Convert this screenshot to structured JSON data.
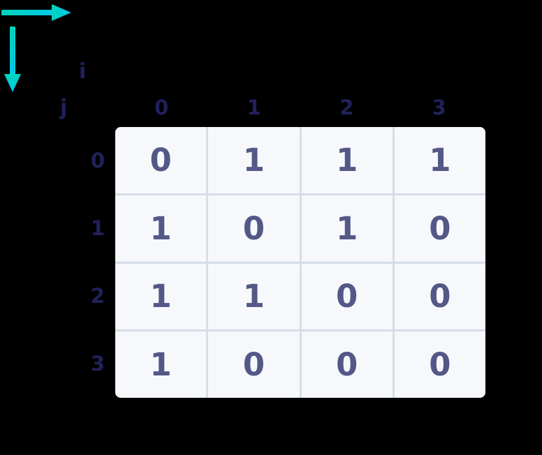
{
  "background_color": "#000000",
  "axes": {
    "i": {
      "label": "i",
      "direction": "horizontal-right",
      "description": "column index increases to the right"
    },
    "j": {
      "label": "j",
      "direction": "vertical-down",
      "description": "row index increases downward"
    }
  },
  "colors": {
    "arrow_gradient_start": "#00d4bb",
    "arrow_gradient_end": "#00c8e8",
    "axis_label": "#20215a",
    "cell_text": "#545887",
    "cell_fill": "#f6f8fc",
    "cell_border": "#d6dde9"
  },
  "matrix": {
    "column_headers": [
      "0",
      "1",
      "2",
      "3"
    ],
    "row_headers": [
      "0",
      "1",
      "2",
      "3"
    ],
    "rows": [
      [
        "0",
        "1",
        "1",
        "1"
      ],
      [
        "1",
        "0",
        "1",
        "0"
      ],
      [
        "1",
        "1",
        "0",
        "0"
      ],
      [
        "1",
        "0",
        "0",
        "0"
      ]
    ]
  },
  "chart_data": {
    "type": "heatmap",
    "title": "",
    "xlabel": "i",
    "ylabel": "j",
    "categories": [
      "0",
      "1",
      "2",
      "3"
    ],
    "row_categories": [
      "0",
      "1",
      "2",
      "3"
    ],
    "values": [
      [
        0,
        1,
        1,
        1
      ],
      [
        1,
        0,
        1,
        0
      ],
      [
        1,
        1,
        0,
        0
      ],
      [
        1,
        0,
        0,
        0
      ]
    ],
    "grid": true,
    "legend": "none",
    "annotations": [
      "i arrow points right across columns",
      "j arrow points down across rows"
    ]
  }
}
